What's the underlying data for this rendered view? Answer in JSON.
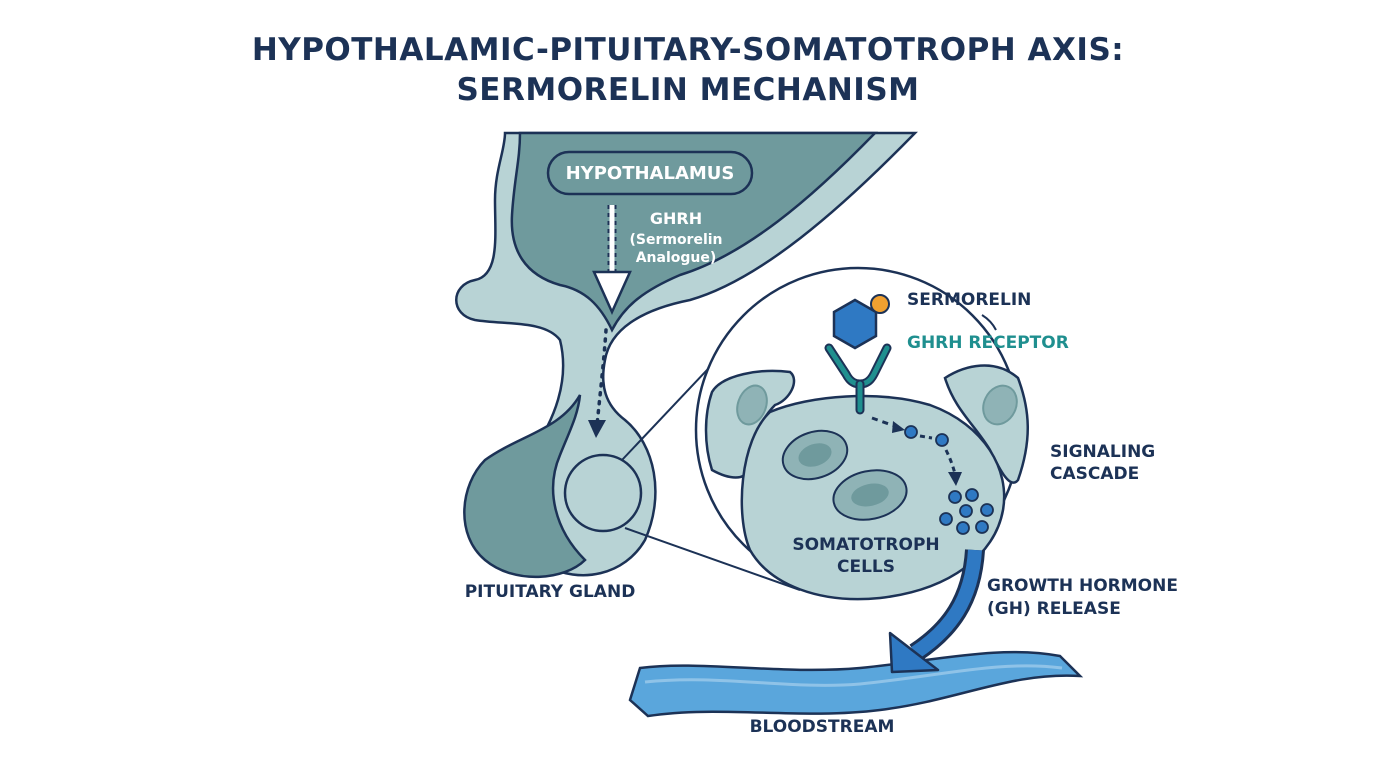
{
  "title": {
    "line1": "HYPOTHALAMIC-PITUITARY-SOMATOTROPH AXIS:",
    "line2": "SERMORELIN MECHANISM"
  },
  "labels": {
    "hypothalamus": "HYPOTHALAMUS",
    "ghrh": "GHRH",
    "ghrh_sub1": "(Sermorelin",
    "ghrh_sub2": "Analogue)",
    "pituitary": "PITUITARY GLAND",
    "sermorelin": "SERMORELIN",
    "receptor": "GHRH RECEPTOR",
    "cascade1": "SIGNALING",
    "cascade2": "CASCADE",
    "cells1": "SOMATOTROPH",
    "cells2": "CELLS",
    "gh1": "GROWTH HORMONE",
    "gh2": "(GH) RELEASE",
    "bloodstream": "BLOODSTREAM"
  },
  "colors": {
    "navy": "#1c3256",
    "teal_dark": "#6f9a9d",
    "teal_light": "#b8d3d5",
    "teal_mid": "#8fb3b6",
    "receptor": "#1f8f8f",
    "blue": "#2f79c3",
    "blue_light": "#5aa6dc",
    "orange": "#f0a030",
    "white": "#ffffff"
  }
}
